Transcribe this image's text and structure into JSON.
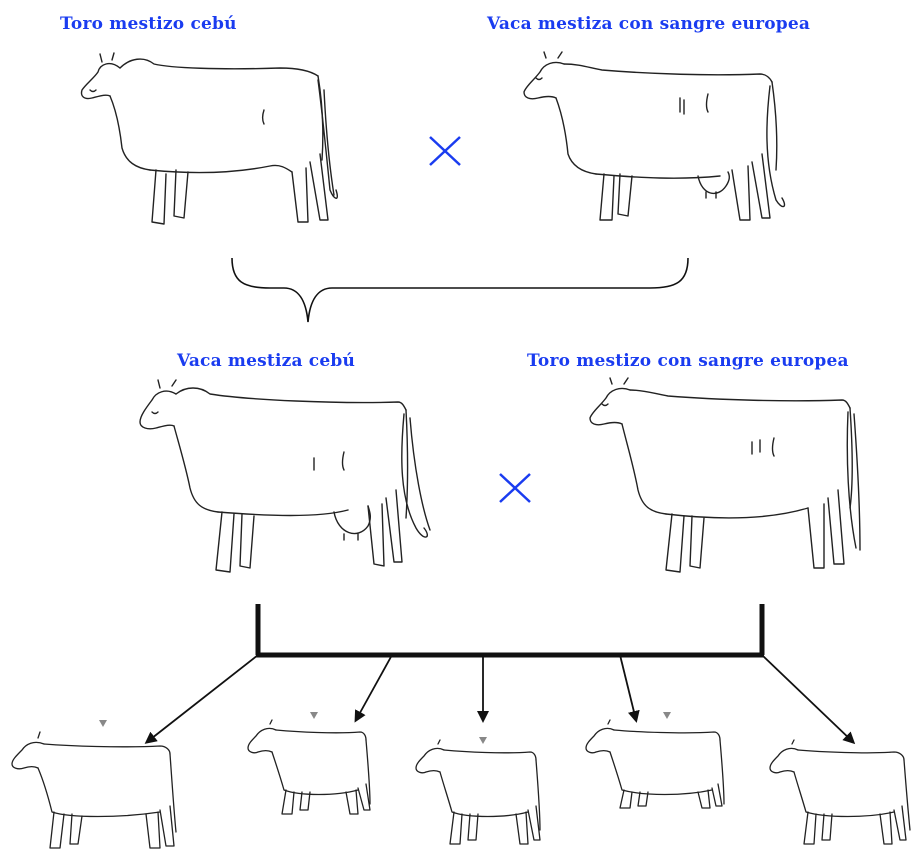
{
  "generation1": {
    "left_label": "Toro mestizo cebú",
    "right_label": "Vaca mestiza con sangre europea",
    "cross_symbol": "×"
  },
  "generation2": {
    "left_label": "Vaca mestiza cebú",
    "right_label": "Toro mestizo con sangre europea",
    "cross_symbol": "×"
  },
  "offspring_count": 5,
  "colors": {
    "label": "#1a3cf0",
    "cross": "#1a3cf0",
    "lines": "#111111"
  }
}
